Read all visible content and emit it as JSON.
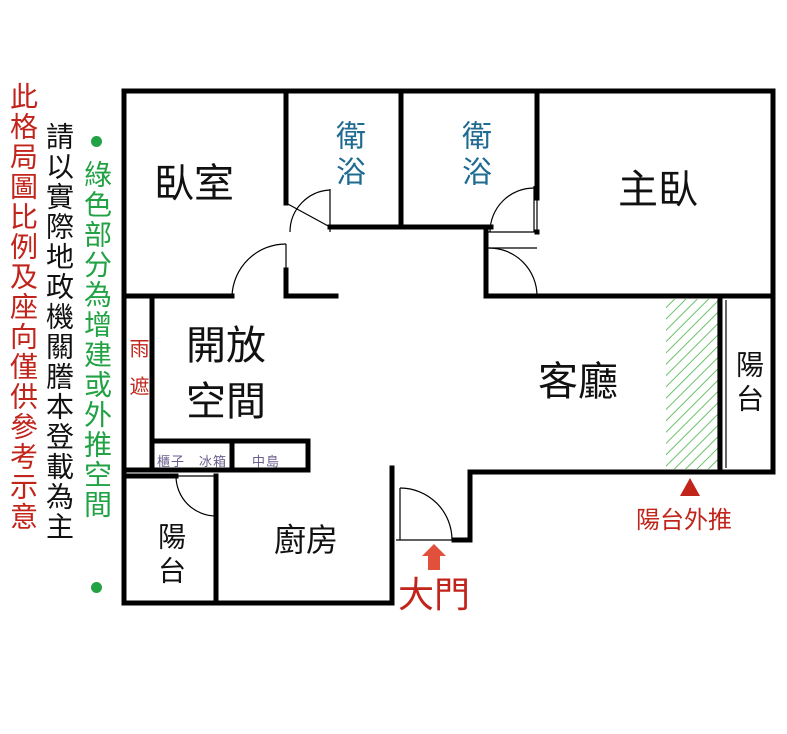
{
  "notes": {
    "scale_note": "此格局圖比例及座向僅供參考示意",
    "registry_note": "請以實際地政機關謄本登載為主",
    "green_note": "綠色部分為增建或外推空間"
  },
  "rooms": {
    "bedroom": "臥室",
    "bath_left": "衛浴",
    "bath_right": "衛浴",
    "master_bedroom": "主臥",
    "open_space_line1": "開放",
    "open_space_line2": "空間",
    "living_room": "客廳",
    "balcony_right": "陽台",
    "balcony_left": "陽台",
    "kitchen": "廚房",
    "rain_shelter": "雨遮",
    "cabinet": "櫃子",
    "fridge": "冰箱",
    "island": "中島"
  },
  "labels": {
    "main_door": "大門",
    "balcony_extension": "陽台外推"
  },
  "colors": {
    "wall": "#000000",
    "red": "#c0241b",
    "green": "#22a244",
    "bath_blue": "#1e6a91",
    "arrow": "#e0503a"
  }
}
